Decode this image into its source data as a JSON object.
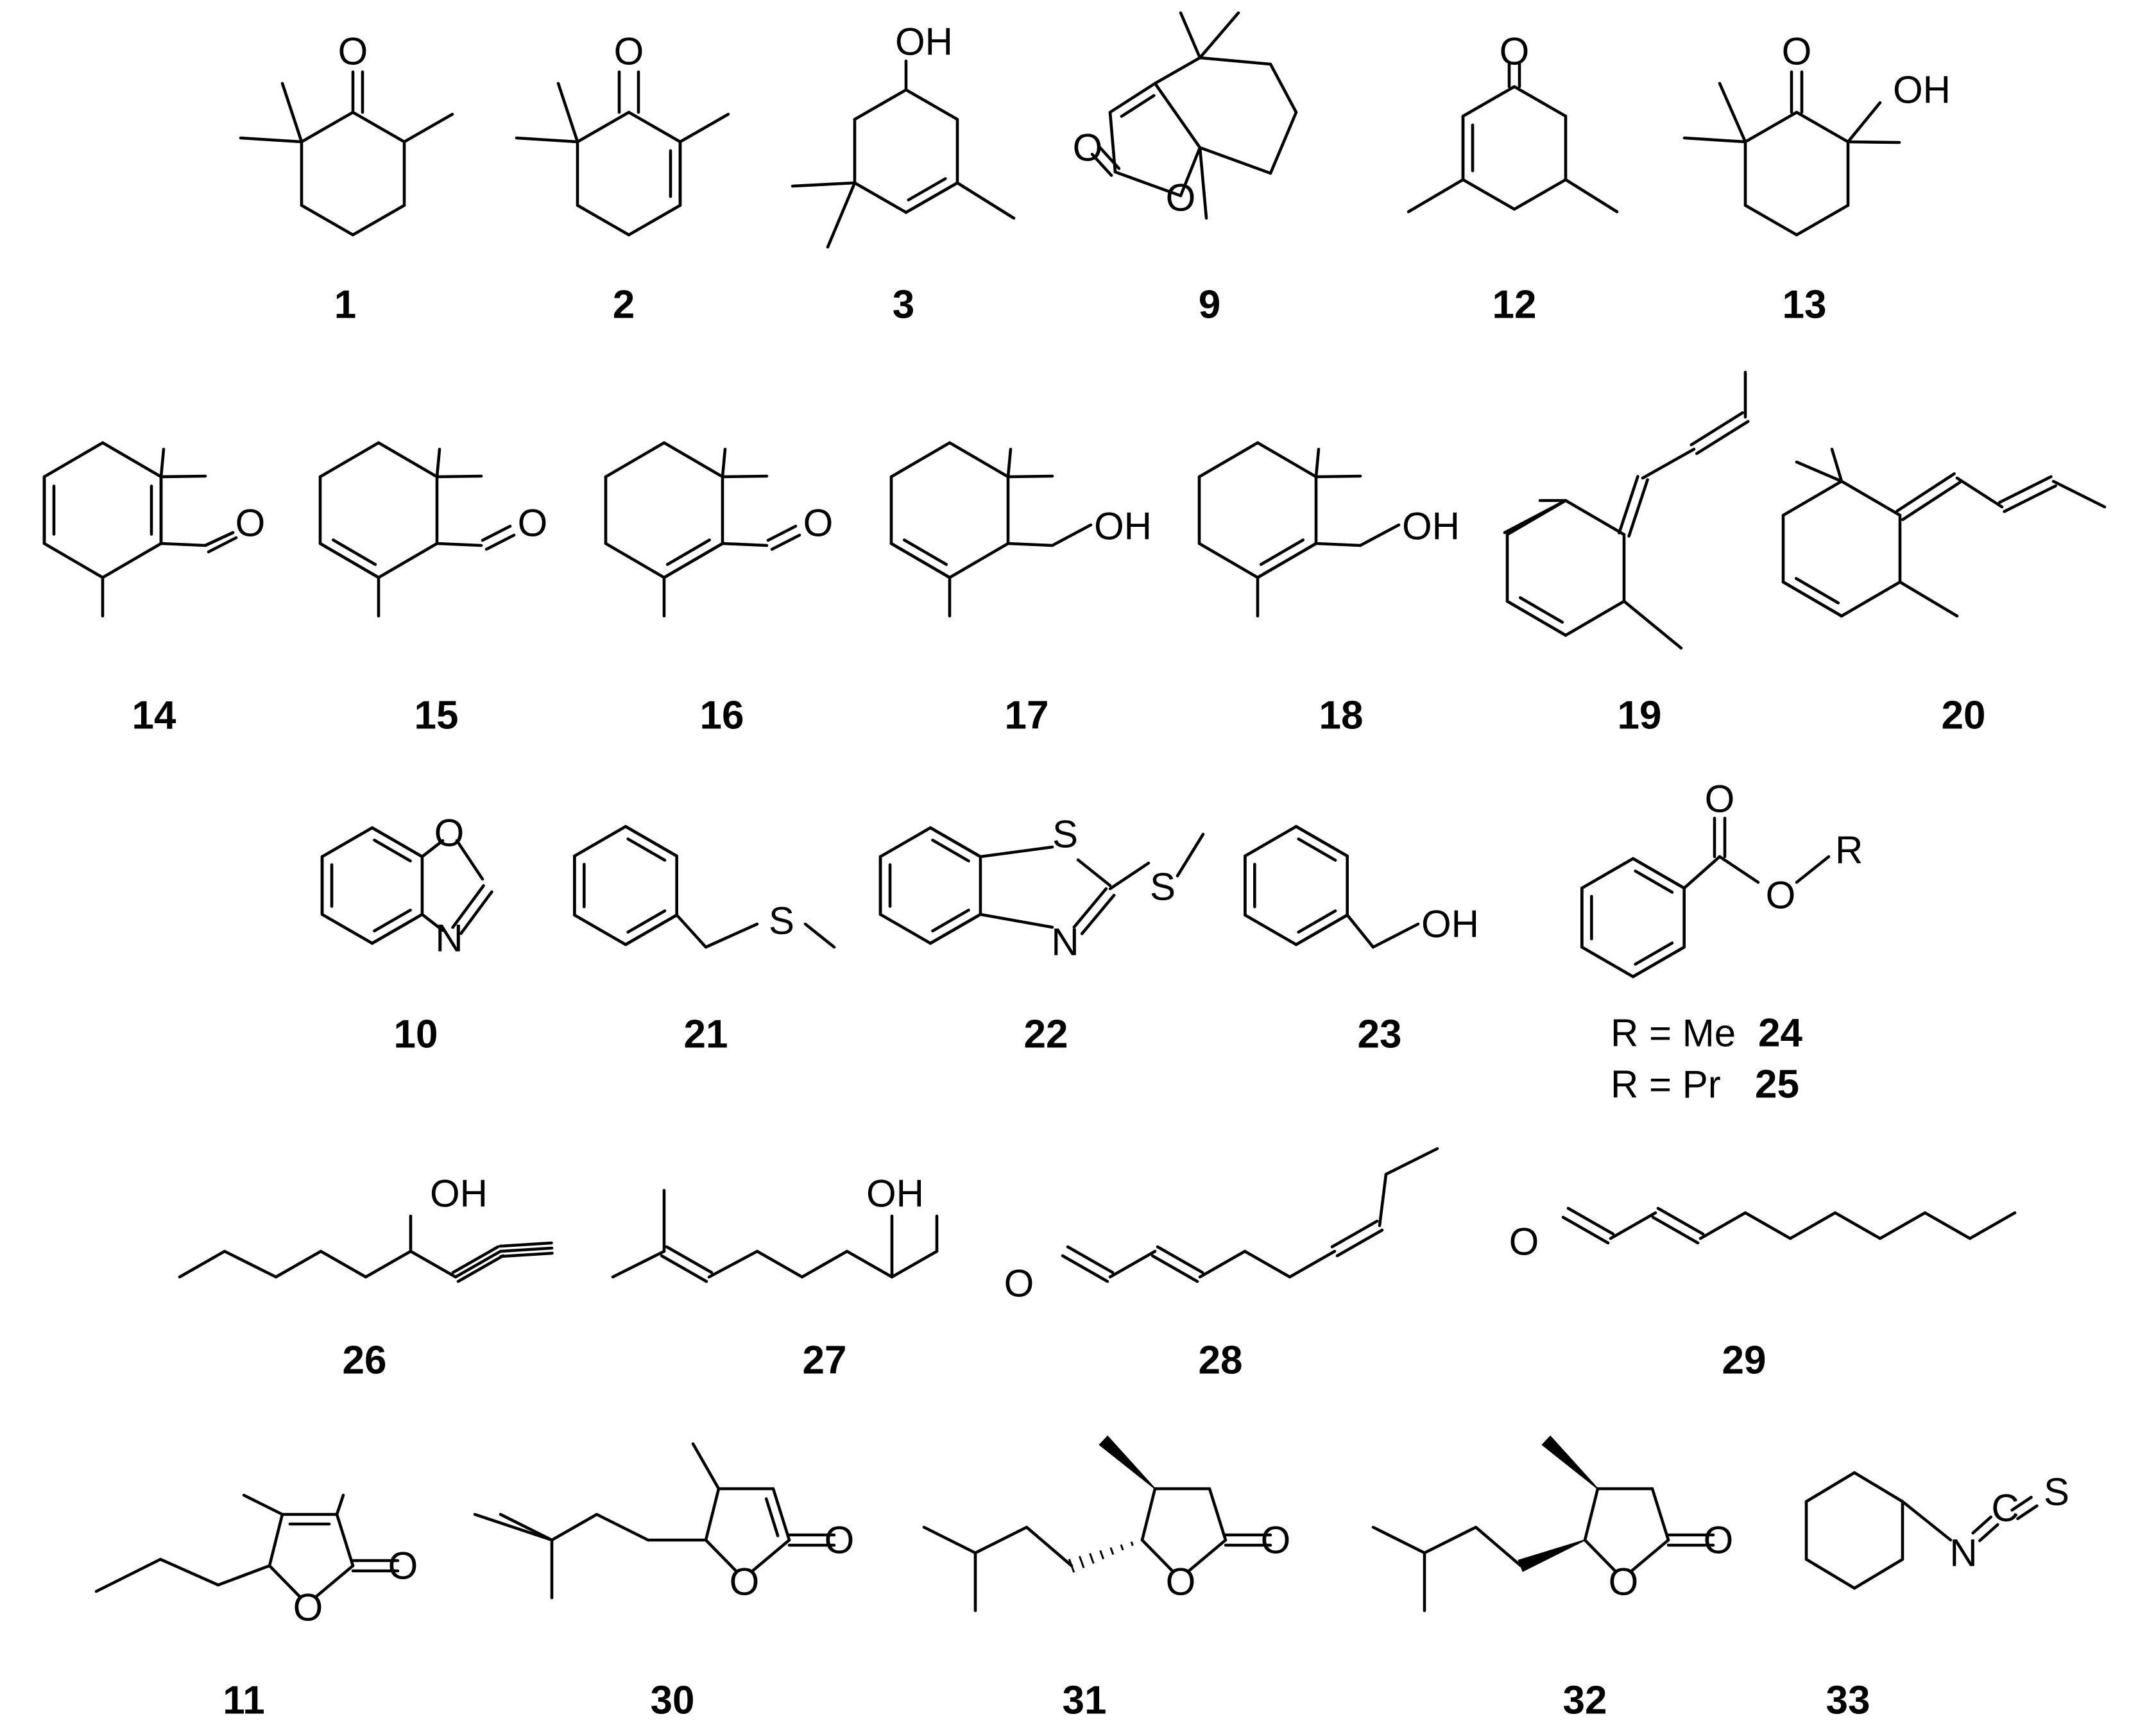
{
  "compounds": [
    {
      "num": "1",
      "atoms": {
        "O": "O"
      }
    },
    {
      "num": "2",
      "atoms": {
        "O": "O"
      }
    },
    {
      "num": "3",
      "atoms": {
        "OH": "OH"
      }
    },
    {
      "num": "9",
      "atoms": {
        "O1": "O",
        "O2": "O"
      }
    },
    {
      "num": "12",
      "atoms": {
        "O": "O"
      }
    },
    {
      "num": "13",
      "atoms": {
        "O": "O",
        "OH": "OH"
      }
    },
    {
      "num": "14",
      "atoms": {
        "O": "O"
      }
    },
    {
      "num": "15",
      "atoms": {
        "O": "O"
      }
    },
    {
      "num": "16",
      "atoms": {
        "O": "O"
      }
    },
    {
      "num": "17",
      "atoms": {
        "OH": "OH"
      }
    },
    {
      "num": "18",
      "atoms": {
        "OH": "OH"
      }
    },
    {
      "num": "19",
      "atoms": {}
    },
    {
      "num": "20",
      "atoms": {}
    },
    {
      "num": "10",
      "atoms": {
        "O": "O",
        "N": "N"
      }
    },
    {
      "num": "21",
      "atoms": {
        "S": "S"
      }
    },
    {
      "num": "22",
      "atoms": {
        "S1": "S",
        "S2": "S",
        "N": "N"
      }
    },
    {
      "num": "23",
      "atoms": {
        "OH": "OH"
      }
    },
    {
      "num": "",
      "atoms": {
        "O1": "O",
        "O2": "O",
        "R": "R"
      }
    },
    {
      "num": "26",
      "atoms": {
        "OH": "OH"
      }
    },
    {
      "num": "27",
      "atoms": {
        "OH": "OH"
      }
    },
    {
      "num": "28",
      "atoms": {
        "O": "O"
      }
    },
    {
      "num": "29",
      "atoms": {
        "O": "O"
      }
    },
    {
      "num": "11",
      "atoms": {
        "O1": "O",
        "O2": "O"
      }
    },
    {
      "num": "30",
      "atoms": {
        "O1": "O",
        "O2": "O"
      }
    },
    {
      "num": "31",
      "atoms": {
        "O1": "O",
        "O2": "O"
      }
    },
    {
      "num": "32",
      "atoms": {
        "O1": "O",
        "O2": "O"
      }
    },
    {
      "num": "33",
      "atoms": {
        "N": "N",
        "C": "C",
        "S": "S"
      }
    }
  ],
  "r_groups": [
    {
      "text": "R = Me",
      "num": "24"
    },
    {
      "text": "R = Pr",
      "num": "25"
    }
  ]
}
